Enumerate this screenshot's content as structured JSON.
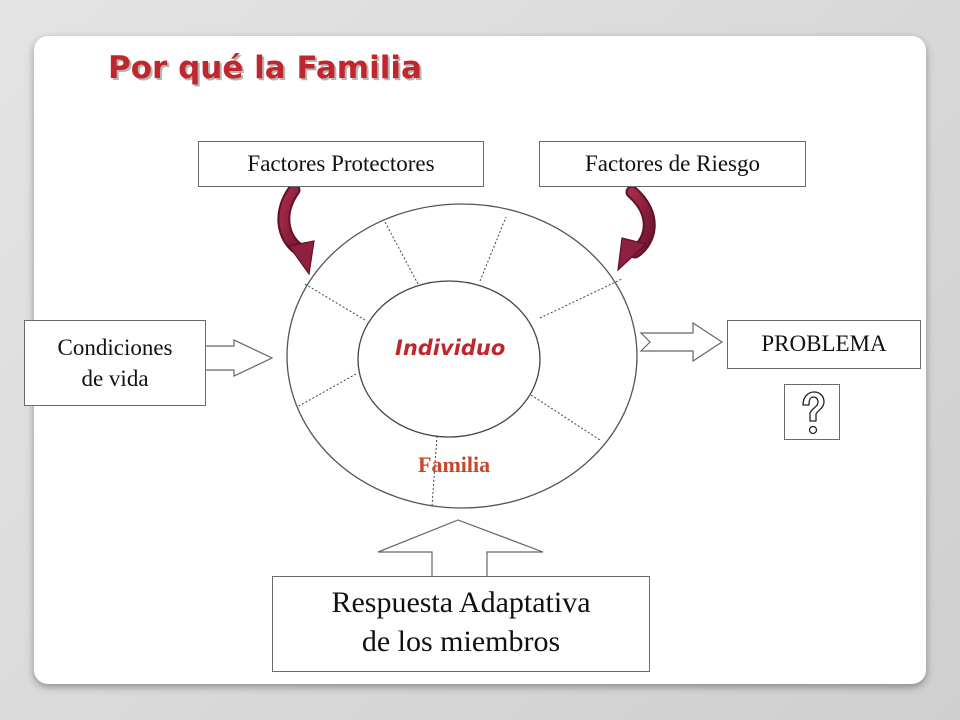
{
  "slide": {
    "title": "Por qué la Familia"
  },
  "diagram": {
    "protective_factors": "Factores Protectores",
    "risk_factors": "Factores de Riesgo",
    "living_conditions": "Condiciones\nde vida",
    "problem": "PROBLEMA",
    "individual": "Individuo",
    "family": "Familia",
    "adaptive_response": "Respuesta Adaptativa\nde los miembros",
    "question_icon": "question-mark-icon"
  },
  "colors": {
    "title": "#c0272d",
    "individual_label": "#c0272d",
    "family_label": "#c8462a",
    "curved_arrows": "#8e1f3e",
    "slide_background": "#ffffff",
    "page_background": "#d9d9d9"
  }
}
